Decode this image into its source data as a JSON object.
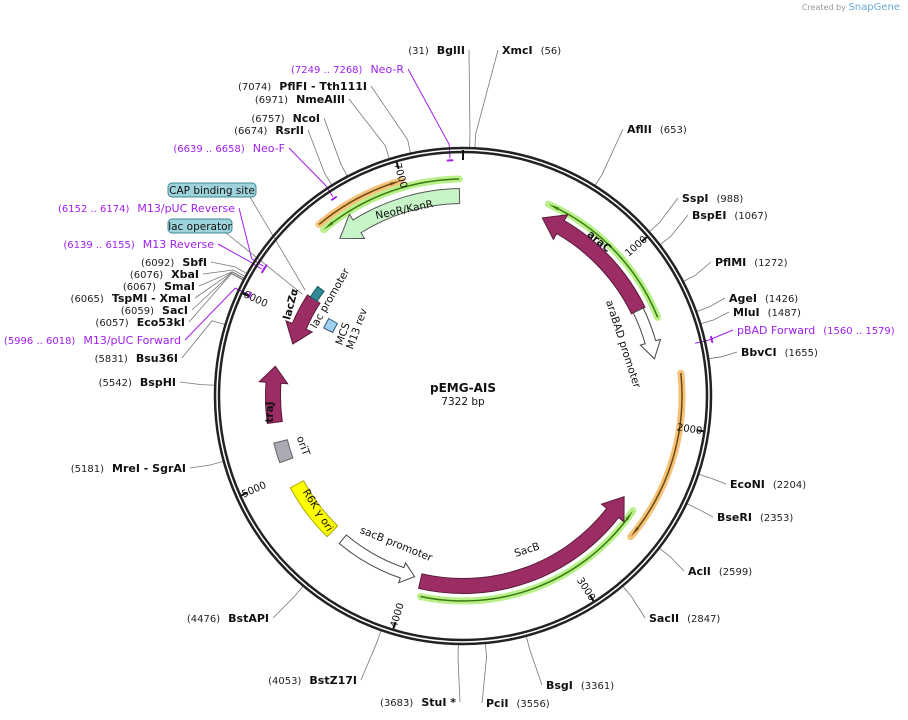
{
  "credit": {
    "created_by": "Created by",
    "brand": "SnapGene"
  },
  "plasmid": {
    "name": "pEMG-AIS",
    "length": "7322 bp",
    "total_bp": 7322
  },
  "ticks": [
    "1000",
    "2000",
    "3000",
    "4000",
    "5000",
    "6000",
    "7000"
  ],
  "enzymes": [
    {
      "name": "BglII",
      "pos": 31,
      "pos_label": "(31)"
    },
    {
      "name": "XmcI",
      "pos": 56,
      "pos_label": "(56)"
    },
    {
      "name": "AflII",
      "pos": 653,
      "pos_label": "(653)"
    },
    {
      "name": "SspI",
      "pos": 988,
      "pos_label": "(988)"
    },
    {
      "name": "BspEI",
      "pos": 1067,
      "pos_label": "(1067)"
    },
    {
      "name": "PflMI",
      "pos": 1272,
      "pos_label": "(1272)"
    },
    {
      "name": "AgeI",
      "pos": 1426,
      "pos_label": "(1426)"
    },
    {
      "name": "MluI",
      "pos": 1487,
      "pos_label": "(1487)"
    },
    {
      "name": "BbvCI",
      "pos": 1655,
      "pos_label": "(1655)"
    },
    {
      "name": "EcoNI",
      "pos": 2204,
      "pos_label": "(2204)"
    },
    {
      "name": "BseRI",
      "pos": 2353,
      "pos_label": "(2353)"
    },
    {
      "name": "AclI",
      "pos": 2599,
      "pos_label": "(2599)"
    },
    {
      "name": "SacII",
      "pos": 2847,
      "pos_label": "(2847)"
    },
    {
      "name": "BsgI",
      "pos": 3361,
      "pos_label": "(3361)"
    },
    {
      "name": "PciI",
      "pos": 3556,
      "pos_label": "(3556)"
    },
    {
      "name": "StuI *",
      "pos": 3683,
      "pos_label": "(3683)"
    },
    {
      "name": "BstZ17I",
      "pos": 4053,
      "pos_label": "(4053)"
    },
    {
      "name": "BstAPI",
      "pos": 4476,
      "pos_label": "(4476)"
    },
    {
      "name": "MreI   - SgrAI",
      "pos": 5181,
      "pos_label": "(5181)"
    },
    {
      "name": "BspHI",
      "pos": 5542,
      "pos_label": "(5542)"
    },
    {
      "name": "Bsu36I",
      "pos": 5831,
      "pos_label": "(5831)"
    },
    {
      "name": "Eco53kI",
      "pos": 6057,
      "pos_label": "(6057)"
    },
    {
      "name": "SacI",
      "pos": 6059,
      "pos_label": "(6059)"
    },
    {
      "name": "TspMI   - XmaI",
      "pos": 6065,
      "pos_label": "(6065)"
    },
    {
      "name": "SmaI",
      "pos": 6067,
      "pos_label": "(6067)"
    },
    {
      "name": "XbaI",
      "pos": 6076,
      "pos_label": "(6076)"
    },
    {
      "name": "SbfI",
      "pos": 6092,
      "pos_label": "(6092)"
    },
    {
      "name": "RsrII",
      "pos": 6674,
      "pos_label": "(6674)"
    },
    {
      "name": "NcoI",
      "pos": 6757,
      "pos_label": "(6757)"
    },
    {
      "name": "NmeAIII",
      "pos": 6971,
      "pos_label": "(6971)"
    },
    {
      "name": "PflFI   - Tth111I",
      "pos": 7074,
      "pos_label": "(7074)"
    }
  ],
  "primers": [
    {
      "name": "Neo-R",
      "pos": 7258,
      "range": "(7249 .. 7268)"
    },
    {
      "name": "Neo-F",
      "pos": 6648,
      "range": "(6639 .. 6658)"
    },
    {
      "name": "M13/pUC Reverse",
      "pos": 6163,
      "range": "(6152 .. 6174)"
    },
    {
      "name": "M13 Reverse",
      "pos": 6147,
      "range": "(6139 .. 6155)"
    },
    {
      "name": "M13/pUC Forward",
      "pos": 6007,
      "range": "(5996 .. 6018)"
    },
    {
      "name": "pBAD Forward",
      "pos": 1570,
      "range": "(1560 .. 1579)"
    }
  ],
  "boxed_features": [
    {
      "name": "CAP binding site",
      "pos": 6180
    },
    {
      "name": "lac operator",
      "pos": 6150
    }
  ],
  "features": {
    "araC": "araC",
    "araBAD": "araBAD promoter",
    "sacB": "SacB",
    "sacB_promoter": "sacB promoter",
    "r6k": "R6K γ ori",
    "oriT": "oriT",
    "traJ": "traJ",
    "lacZ": "lacZα",
    "lac_promoter": "lac promoter",
    "neo": "NeoR/KanR",
    "mcs": "MCS",
    "m13rev": "M13 rev"
  },
  "colors": {
    "feature": "#9b2d64",
    "primer": "#a020f0",
    "highlight_green": "#b8f08a",
    "highlight_orange": "#f5c27a",
    "neo": "#c8f5c8",
    "ori": "#ffff00",
    "oriT": "#a9aab4",
    "box": "#9fd3dc"
  }
}
